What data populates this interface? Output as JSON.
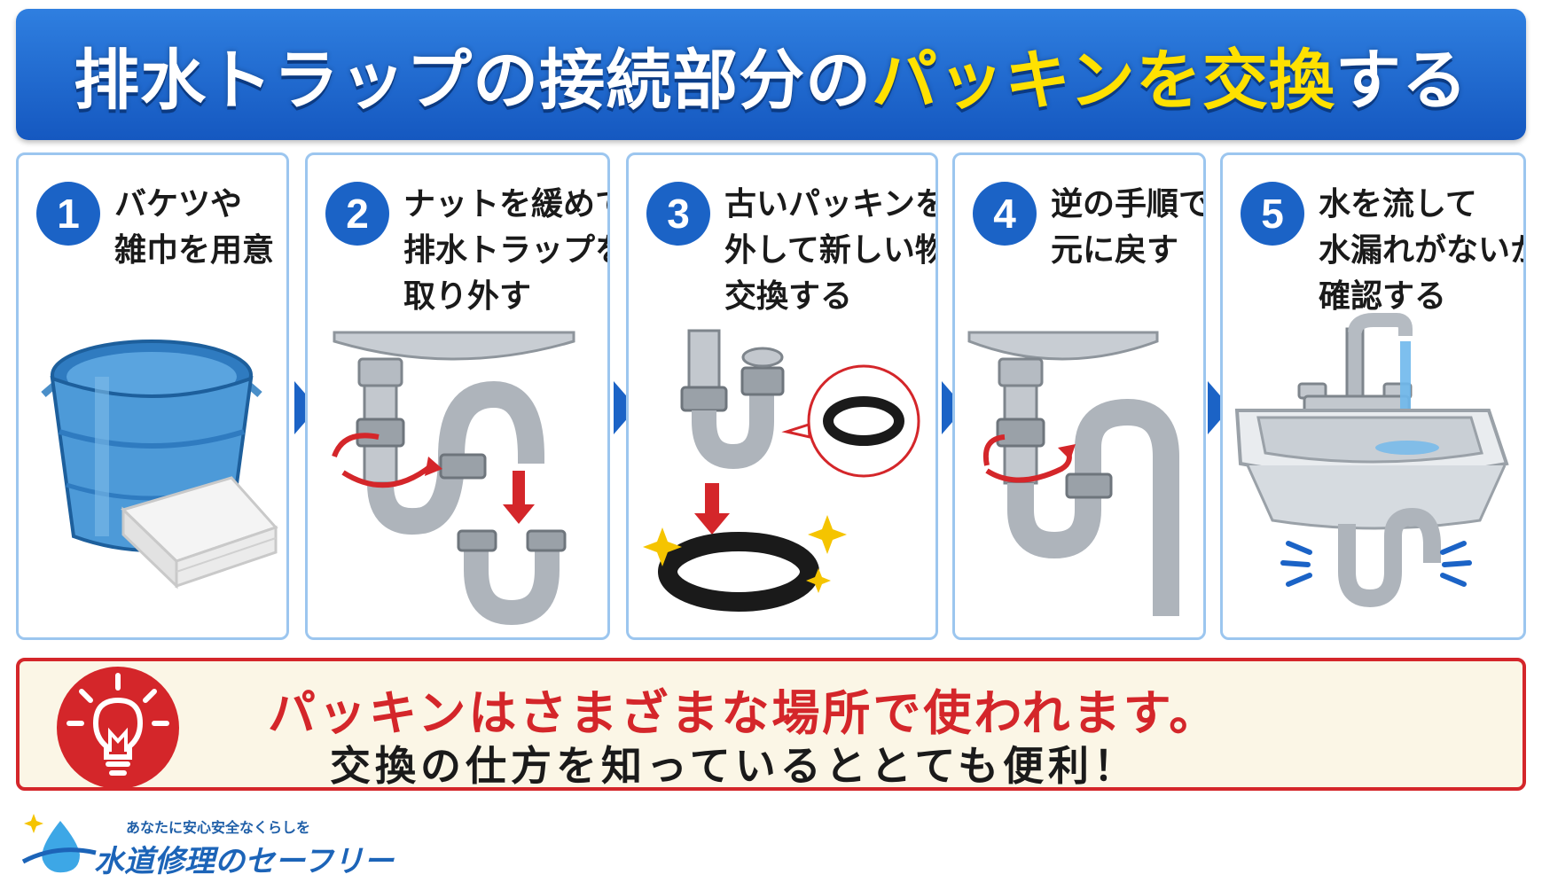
{
  "title": {
    "part1": "排水トラップの接続部分の",
    "highlight": "パッキンを交換",
    "part2": "する"
  },
  "steps": [
    {
      "number": "1",
      "lines": [
        "バケツや",
        "雑巾を用意"
      ]
    },
    {
      "number": "2",
      "lines": [
        "ナットを緩めて",
        "排水トラップを",
        "取り外す"
      ]
    },
    {
      "number": "3",
      "lines": [
        "古いパッキンを",
        "外して新しい物に",
        "交換する"
      ]
    },
    {
      "number": "4",
      "lines": [
        "逆の手順で",
        "元に戻す"
      ]
    },
    {
      "number": "5",
      "lines": [
        "水を流して",
        "水漏れがないか",
        "確認する"
      ]
    }
  ],
  "tip": {
    "line1": "パッキンはさまざまな場所で使われます。",
    "line2": "交換の仕方を知っているととても便利！"
  },
  "logo": {
    "tagline": "あなたに安心安全なくらしを",
    "name": "水道修理のセーフリー"
  },
  "colors": {
    "title_blue": "#1b63c6",
    "title_highlight": "#ffe100",
    "tip_red": "#d4262a",
    "tip_background": "#fbf6e6",
    "panel_border": "#9cc6ef"
  },
  "icons": [
    "bucket-icon",
    "towel-icon",
    "sink-trap-icon",
    "packing-ring-icon",
    "faucet-sink-icon",
    "lightbulb-icon",
    "water-drop-logo-icon"
  ]
}
